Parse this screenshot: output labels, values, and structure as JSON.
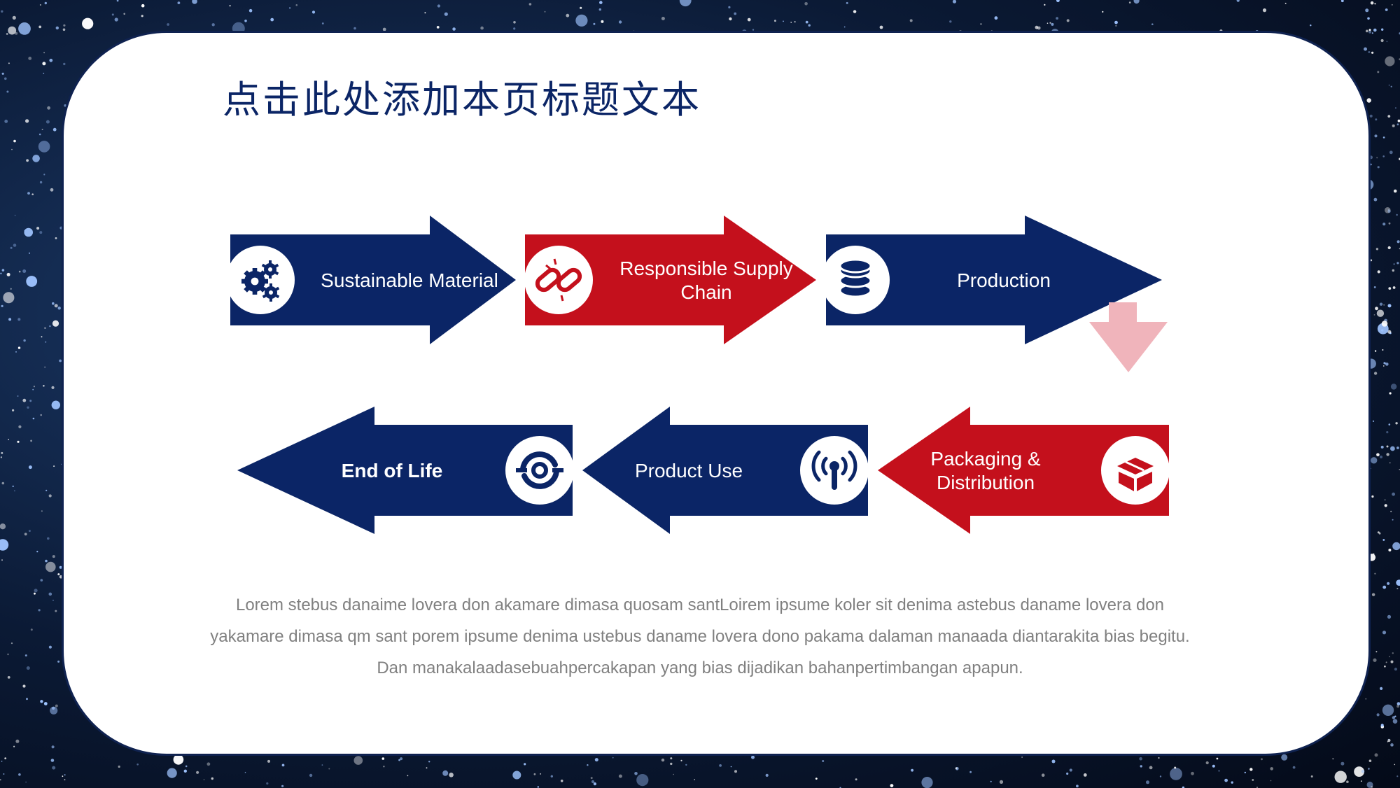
{
  "slide": {
    "title": "点击此处添加本页标题文本",
    "description": [
      "Lorem stebus danaime lovera don akamare dimasa quosam santLoirem ipsume koler sit denima astebus daname lovera don yakamare dimasa qm sant porem ipsume denima ustebus daname lovera dono pakama dalaman manaada diantarakita bias begitu.",
      "Dan manakalaadasebuahpercakapan yang bias dijadikan bahanpertimbangan apapun."
    ]
  },
  "colors": {
    "navy": "#0b2566",
    "red": "#c4101c",
    "connector": "#f0b4bb"
  },
  "steps": [
    {
      "id": "sustainable-material",
      "lines": [
        "Sustainable Material"
      ],
      "icon": "gears-icon",
      "color": "navy",
      "bold": false
    },
    {
      "id": "responsible-supply-chain",
      "lines": [
        "Responsible Supply",
        "Chain"
      ],
      "icon": "broken-link-icon",
      "color": "red",
      "bold": false
    },
    {
      "id": "production",
      "lines": [
        "Production"
      ],
      "icon": "database-icon",
      "color": "navy",
      "bold": false
    },
    {
      "id": "packaging-distribution",
      "lines": [
        "Packaging &",
        "Distribution"
      ],
      "icon": "box-icon",
      "color": "red",
      "bold": false
    },
    {
      "id": "product-use",
      "lines": [
        "Product Use"
      ],
      "icon": "signal-icon",
      "color": "navy",
      "bold": false
    },
    {
      "id": "end-of-life",
      "lines": [
        "End of Life"
      ],
      "icon": "recycle-icon",
      "color": "navy",
      "bold": true
    }
  ]
}
